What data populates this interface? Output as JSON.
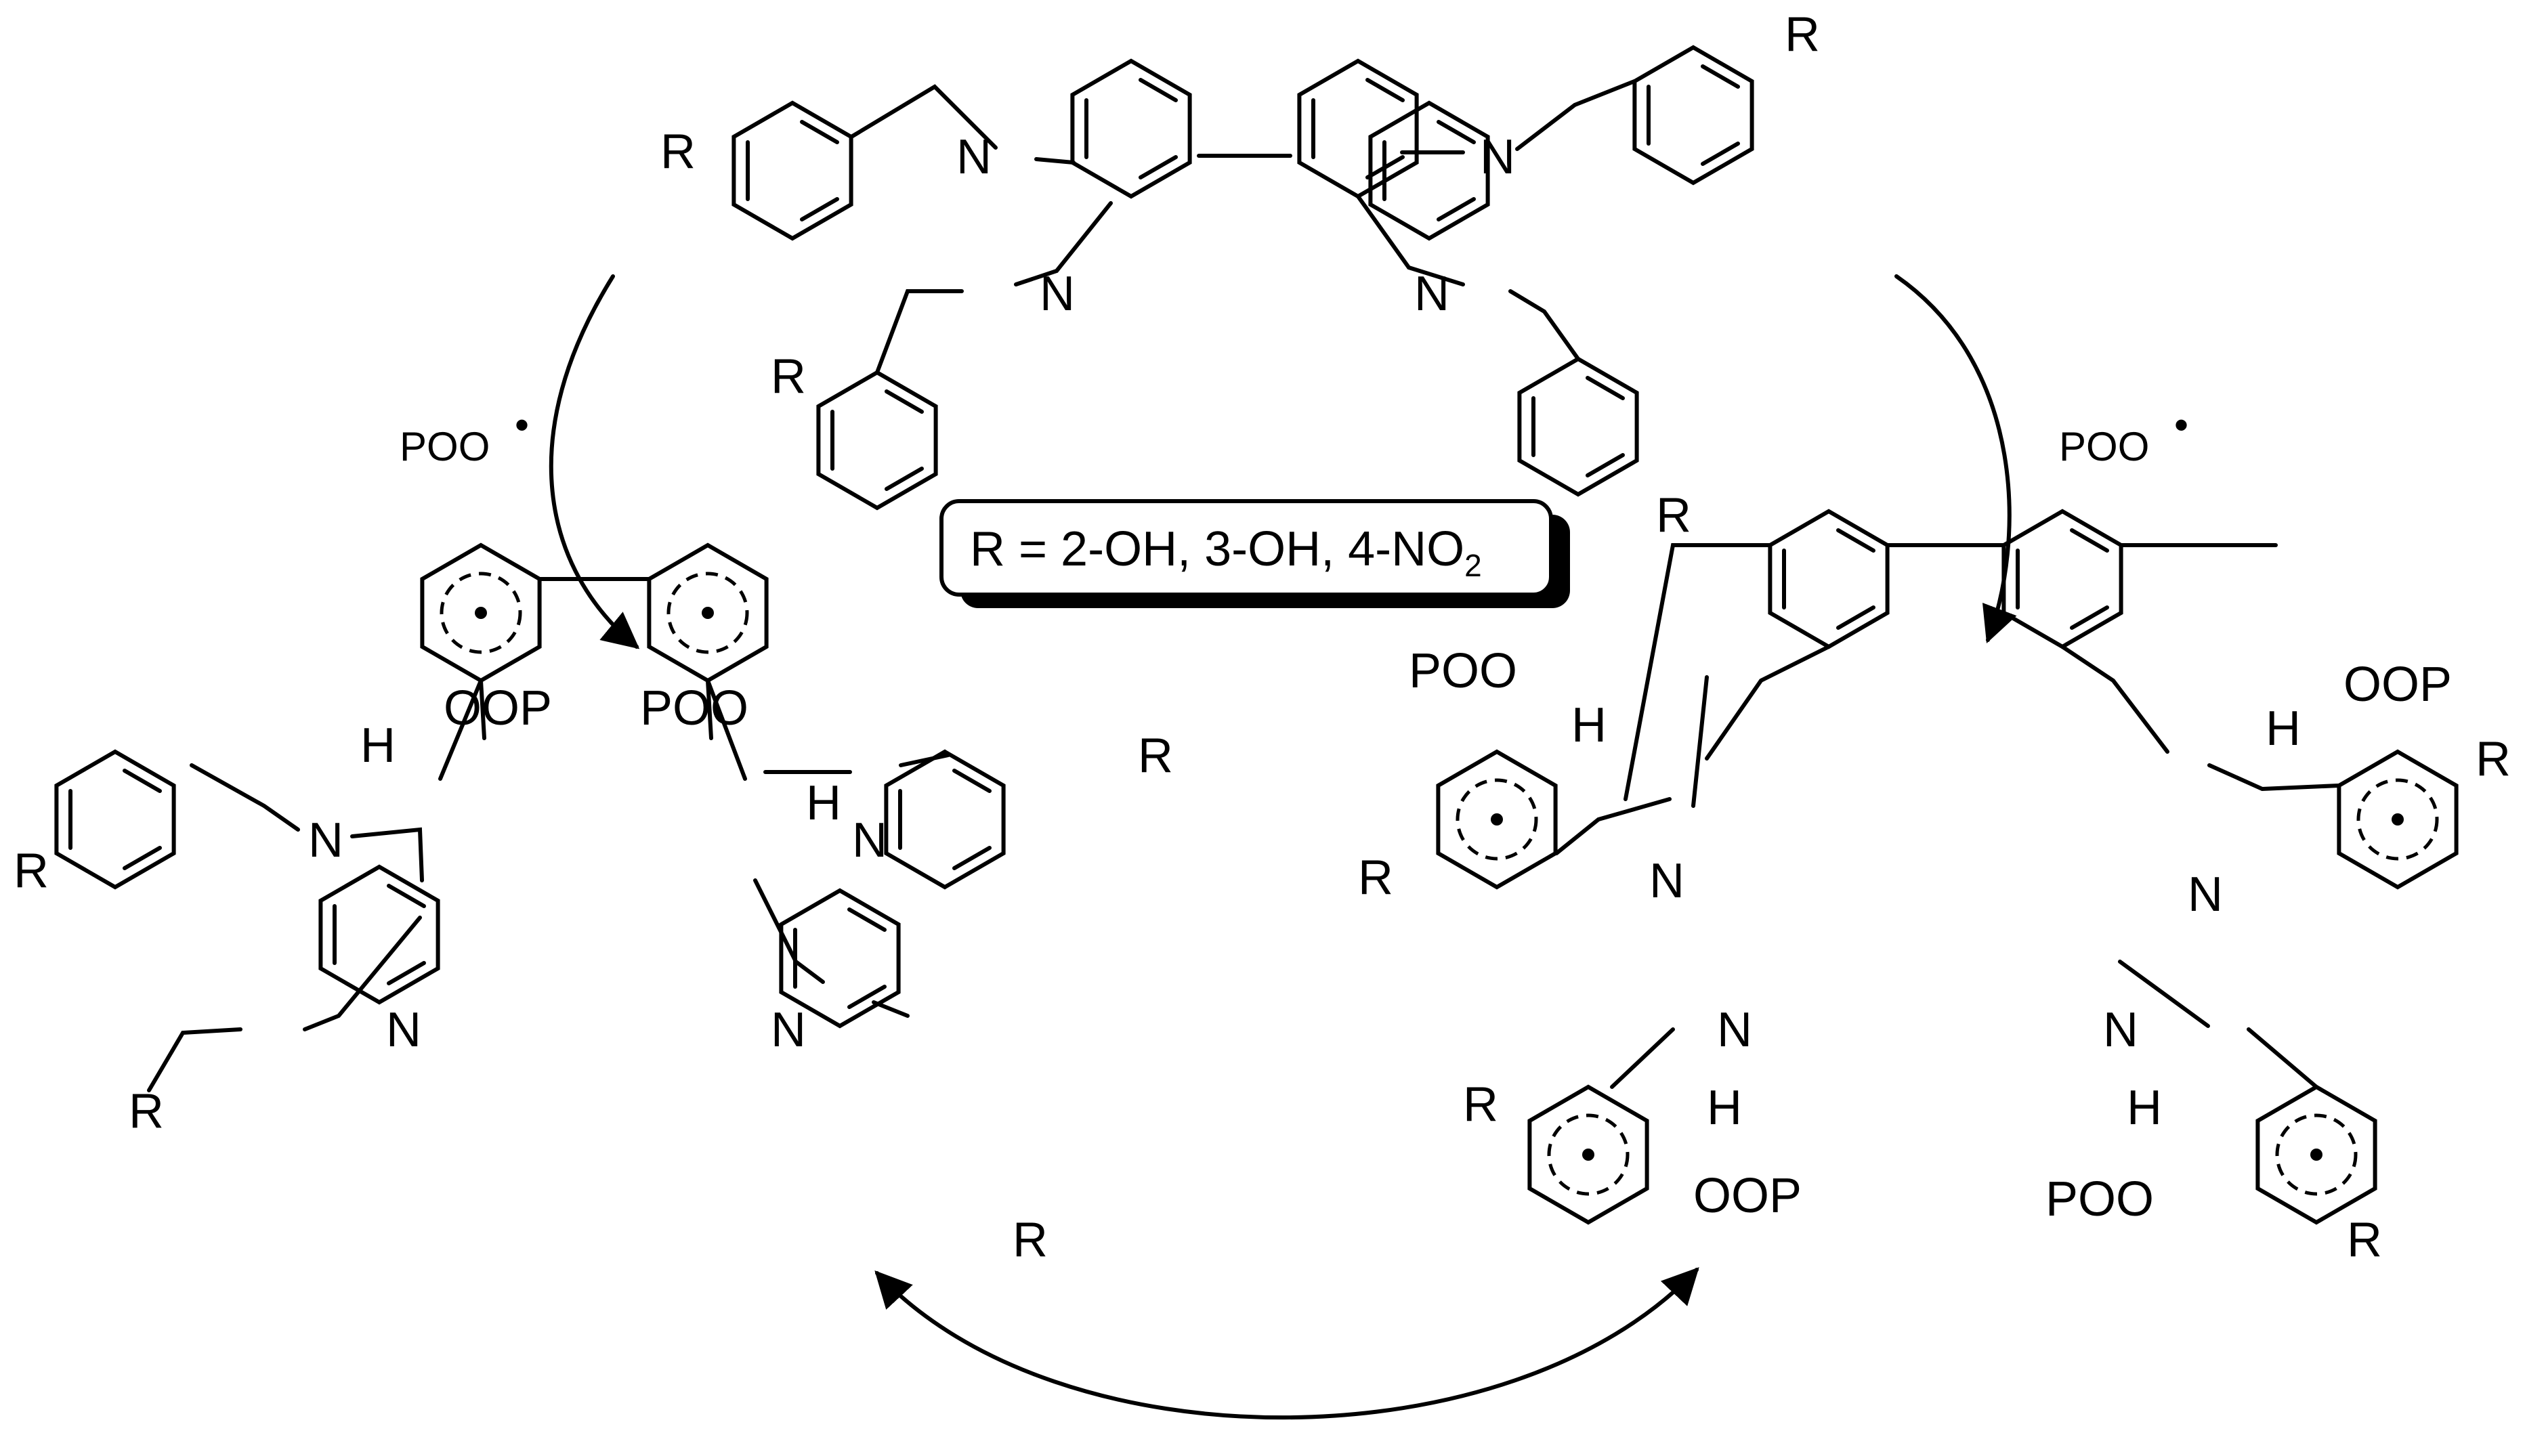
{
  "substituent_box": {
    "prefix": "R = 2-OH, 3-OH, 4-NO",
    "subscript": "2"
  },
  "reagent_left": {
    "text": "POO",
    "dot": "•"
  },
  "reagent_right": {
    "text": "POO",
    "dot": "•"
  },
  "labels": {
    "r": "R",
    "n": "N",
    "h": "H",
    "poo": "POO",
    "oop": "OOP"
  }
}
